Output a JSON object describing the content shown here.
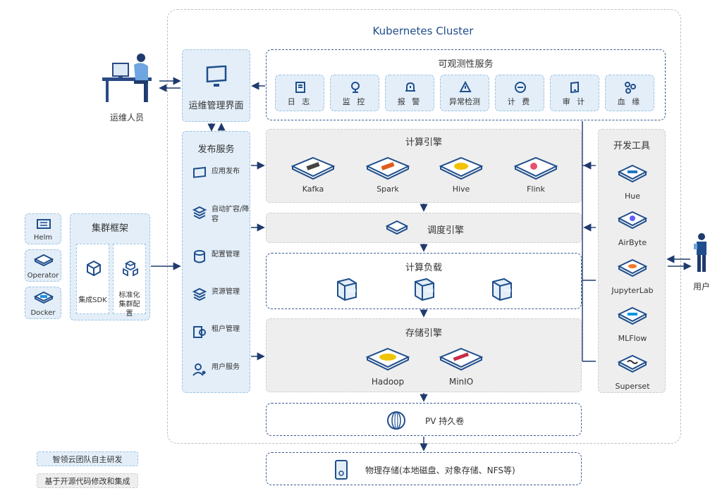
{
  "cluster_title": "Kubernetes Cluster",
  "ops_person": "运维人员",
  "user": "用户",
  "ops_ui": "运维管理界面",
  "observability": {
    "title": "可观测性服务",
    "items": [
      "日 志",
      "监 控",
      "报 警",
      "异常检测",
      "计 费",
      "审 计",
      "血 缘"
    ]
  },
  "publish": {
    "title": "发布服务",
    "items": [
      "应用发布",
      "自动扩容/降容",
      "配置管理",
      "资源管理",
      "租户管理",
      "用户服务"
    ]
  },
  "compute_engine": {
    "title": "计算引擎",
    "items": [
      "Kafka",
      "Spark",
      "Hive",
      "Flink"
    ]
  },
  "schedule_engine": "调度引擎",
  "compute_load": {
    "title": "计算负载",
    "pod": "Pod"
  },
  "storage_engine": {
    "title": "存储引擎",
    "items": [
      "Hadoop",
      "MinIO"
    ]
  },
  "pv": "PV 持久卷",
  "physical_storage": "物理存储(本地磁盘、对象存储、NFS等)",
  "dev_tools": {
    "title": "开发工具",
    "items": [
      "Hue",
      "AirByte",
      "JupyterLab",
      "MLFlow",
      "Superset"
    ]
  },
  "cluster_framework": {
    "title": "集群框架",
    "sdk": "集成SDK",
    "config": "标准化集群配置"
  },
  "left_tools": [
    "Helm",
    "Operator",
    "Docker"
  ],
  "legend": {
    "self_dev": "智领云团队自主研发",
    "open_source": "基于开源代码修改和集成"
  },
  "colors": {
    "accent": "#1f4e8c",
    "blue_fill": "#e3eef8",
    "grey_fill": "#eeeeee"
  }
}
